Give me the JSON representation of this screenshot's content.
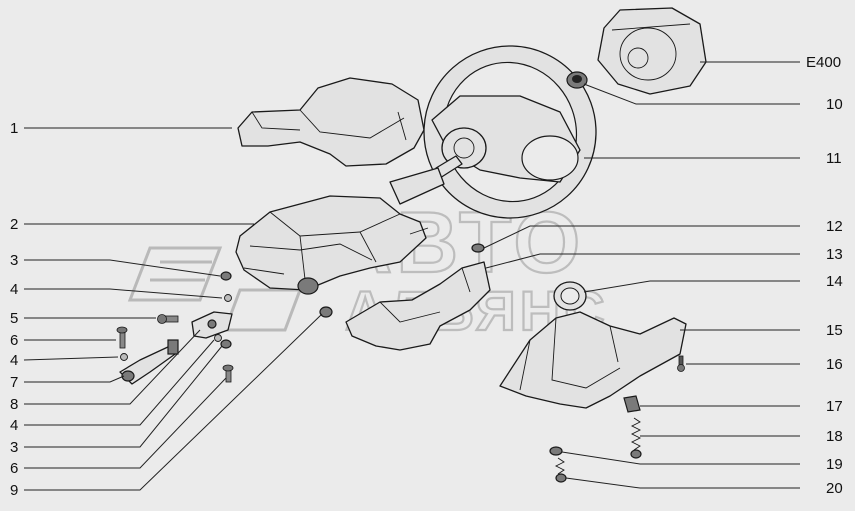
{
  "watermark": {
    "line1": "АВТО",
    "line2": "АЛЬЯНС"
  },
  "callouts_left": [
    "1",
    "2",
    "3",
    "4",
    "5",
    "6",
    "4",
    "7",
    "8",
    "4",
    "3",
    "6",
    "9"
  ],
  "callouts_right": [
    "E400",
    "10",
    "11",
    "12",
    "13",
    "14",
    "15",
    "16",
    "17",
    "18",
    "19",
    "20"
  ]
}
